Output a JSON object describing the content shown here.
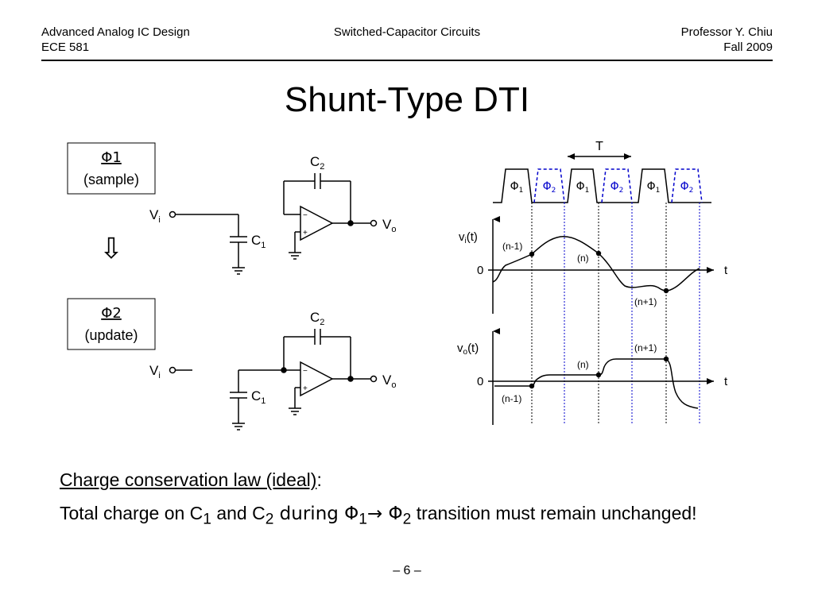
{
  "header": {
    "course": "Advanced Analog IC Design",
    "course_number": "ECE 581",
    "topic": "Switched-Capacitor Circuits",
    "professor": "Professor Y. Chiu",
    "term": "Fall 2009"
  },
  "slide_title": "Shunt-Type DTI",
  "phases": {
    "sample": {
      "symbol": "Φ1",
      "label": "(sample)"
    },
    "update": {
      "symbol": "Φ2",
      "label": "(update)"
    },
    "arrow": "⇩"
  },
  "circuit": {
    "vi": {
      "main": "V",
      "sub": "i"
    },
    "vo": {
      "main": "V",
      "sub": "o"
    },
    "c1": {
      "main": "C",
      "sub": "1"
    },
    "c2": {
      "main": "C",
      "sub": "2"
    },
    "opamp_minus": "−",
    "opamp_plus": "+"
  },
  "timing": {
    "period_label": "T",
    "phi": "Φ",
    "clock_sequence": [
      "1",
      "2",
      "1",
      "2",
      "1",
      "2"
    ],
    "colors": {
      "phi1": "#000000",
      "phi2": "#0000cc"
    },
    "vi_label": {
      "pre": "v",
      "sub": "i",
      "post": "(t)"
    },
    "vo_label": {
      "pre": "v",
      "sub": "o",
      "post": "(t)"
    },
    "zero": "0",
    "t_axis": "t",
    "vi_samples": {
      "n_minus_1": "(n-1)",
      "n": "(n)",
      "n_plus_1": "(n+1)"
    },
    "vo_samples": {
      "n_minus_1": "(n-1)",
      "n": "(n)",
      "n_plus_1": "(n+1)"
    }
  },
  "conclusion": {
    "heading": "Charge conservation law (ideal)",
    "heading_suffix": ":",
    "statement": {
      "part1": "Total charge on C",
      "sub1": "1",
      "part2": " and C",
      "sub2": "2",
      "part3": " during Φ",
      "sub3": "1",
      "arrow": "→",
      "part4": " Φ",
      "sub4": "2",
      "part5": " transition must remain unchanged!"
    }
  },
  "page_number": "– 6 –"
}
